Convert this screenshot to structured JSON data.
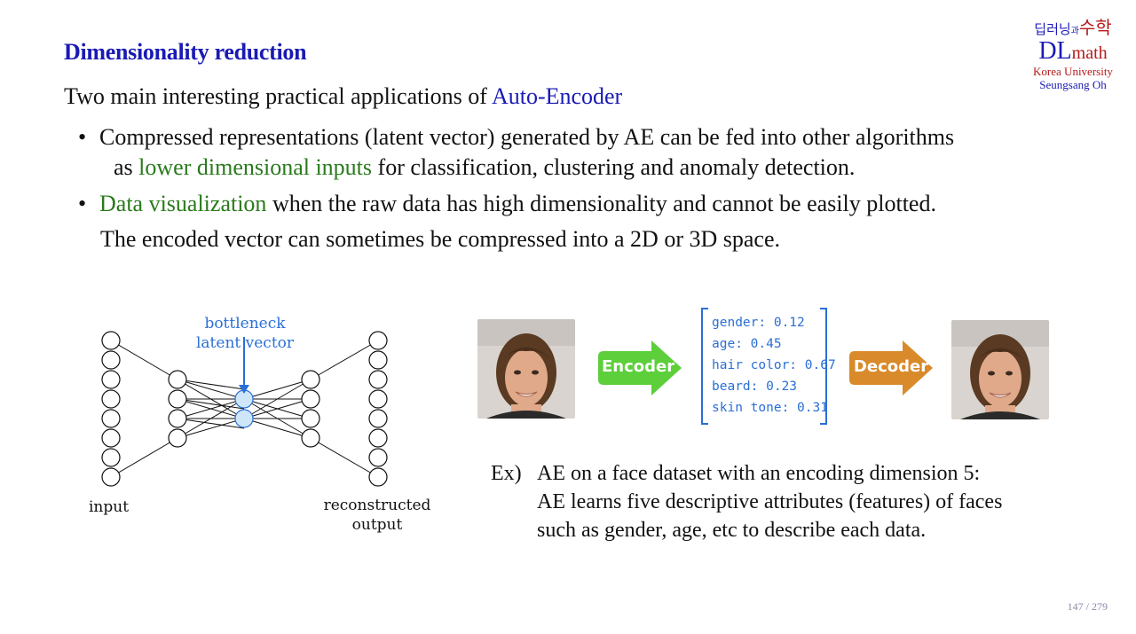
{
  "header": {
    "title": "Dimensionality reduction",
    "intro_prefix": "Two main interesting practical applications of ",
    "intro_highlight": "Auto-Encoder"
  },
  "logo": {
    "korean_part1": "딥러닝",
    "korean_connector": "과",
    "korean_part2": "수학",
    "brand_dl": "DL",
    "brand_math": "math",
    "university": "Korea University",
    "author": "Seungsang Oh"
  },
  "bullets": {
    "b1_line1": "Compressed representations (latent vector) generated by AE can be fed into other algorithms",
    "b1_line2_prefix": "as ",
    "b1_line2_highlight": "lower dimensional inputs",
    "b1_line2_suffix": " for classification, clustering and anomaly detection.",
    "b2_highlight": "Data visualization",
    "b2_suffix": " when the raw data has high dimensionality and cannot be easily plotted.",
    "b3": "The encoded vector can sometimes be compressed into a 2D or 3D space."
  },
  "network": {
    "bottleneck_line1": "bottleneck",
    "bottleneck_line2": "latent vector",
    "input_label": "input",
    "output_line1": "reconstructed",
    "output_line2": "output"
  },
  "pipeline": {
    "encoder_label": "Encoder",
    "decoder_label": "Decoder",
    "features": [
      "gender: 0.12",
      "age: 0.45",
      "hair color: 0.67",
      "beard: 0.23",
      "skin tone: 0.31"
    ]
  },
  "example": {
    "prefix": "Ex)",
    "line1": "AE on a face dataset with an encoding dimension 5:",
    "line2": "AE learns five descriptive attributes (features) of faces",
    "line3": "such as gender, age, etc to describe each data."
  },
  "footer": {
    "page": "147 / 279"
  },
  "colors": {
    "title_blue": "#1a1ab5",
    "highlight_green": "#2a7a1c",
    "encoder_green": "#5ccf3a",
    "decoder_orange": "#d98a2a",
    "latent_blue": "#2a6fd6"
  }
}
